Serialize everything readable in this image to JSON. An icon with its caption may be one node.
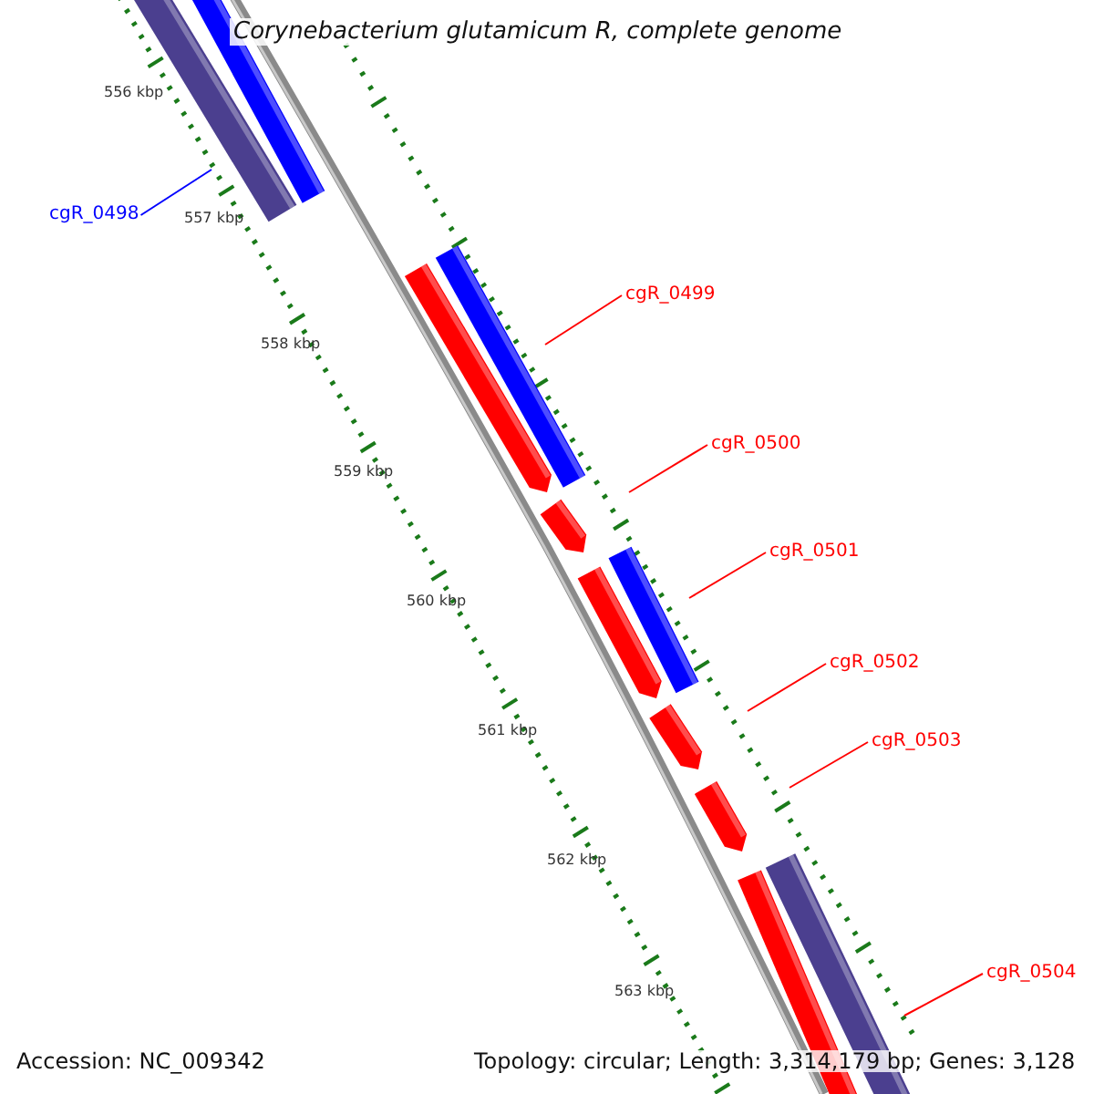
{
  "diagram": {
    "title": "Corynebacterium glutamicum R, complete genome",
    "nodes": [
      {
        "text": [
          "cgR_0498"
        ]
      },
      {
        "text": [
          "cgR_0499"
        ]
      },
      {
        "text": [
          "cgR_0500"
        ]
      },
      {
        "text": [
          "cgR_0501"
        ]
      },
      {
        "text": [
          "cgR_0502"
        ]
      },
      {
        "text": [
          "cgR_0503"
        ]
      },
      {
        "text": [
          "cgR_0504"
        ]
      }
    ],
    "edges": [
      {
        "from": 0,
        "to": null,
        "arrow": "none",
        "color": "#0000ff"
      },
      {
        "from": 1,
        "to": null,
        "arrow": "none"
      },
      {
        "from": 2,
        "to": null,
        "arrow": "none"
      },
      {
        "from": 3,
        "to": null,
        "arrow": "none"
      },
      {
        "from": 4,
        "to": null,
        "arrow": "none"
      },
      {
        "from": 5,
        "to": null,
        "arrow": "none"
      },
      {
        "from": 6,
        "to": null,
        "arrow": "none"
      }
    ],
    "labels": [
      "556 kbp",
      "557 kbp",
      "558 kbp",
      "559 kbp",
      "560 kbp",
      "561 kbp",
      "562 kbp",
      "563 kbp",
      "Accession: NC_009342",
      "Topology: circular; Length: 3,314,179 bp; Genes: 3,128"
    ]
  }
}
